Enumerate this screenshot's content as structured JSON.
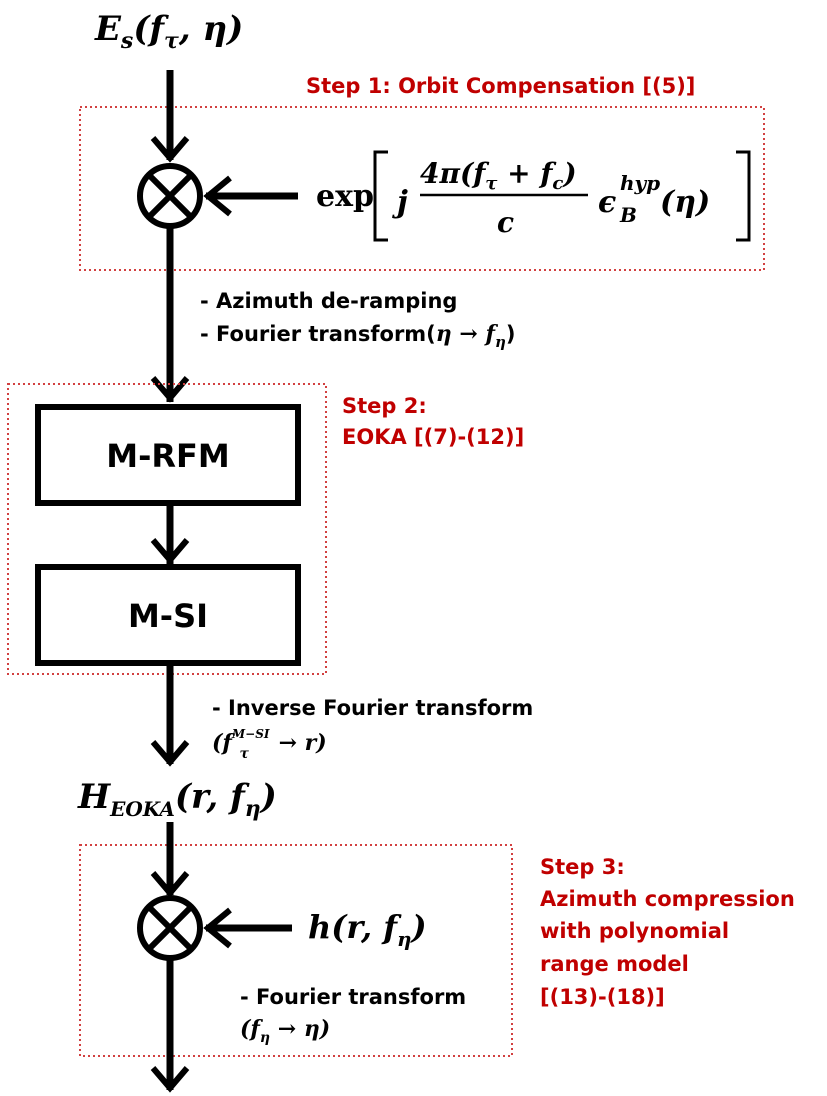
{
  "colors": {
    "step_text": "#c00000",
    "dotted_box": "#d24040",
    "line": "#000000"
  },
  "input_signal": {
    "symbol": "E",
    "subscript": "s",
    "args": "(f",
    "args_sub": "τ",
    "args_end": ", η)"
  },
  "step1": {
    "label": "Step 1: Orbit Compensation [(5)]",
    "exp_word": "exp",
    "numerator": "4π(f",
    "num_sub1": "τ",
    "num_plus": " + f",
    "num_sub2": "c",
    "num_close": ")",
    "denominator": "c",
    "j": "j",
    "epsilon": "ϵ",
    "eps_sup": "hyp",
    "eps_sub": "B",
    "eps_arg": "(η)"
  },
  "note1": {
    "line1": "- Azimuth de-ramping",
    "line2_text": "- Fourier transform(",
    "line2_math": "η → f",
    "line2_sub": "η",
    "line2_close": ")"
  },
  "step2": {
    "label_line1": "Step 2:",
    "label_line2": "EOKA [(7)-(12)]",
    "block1": "M-RFM",
    "block2": "M-SI"
  },
  "note2": {
    "line1": "- Inverse Fourier transform",
    "math_open": "(f",
    "math_sup": "M−SI",
    "math_sub": "τ",
    "math_rest": " → r)"
  },
  "intermediate_signal": {
    "symbol": "H",
    "subscript": "EOKA",
    "args": "(r, f",
    "args_sub": "η",
    "args_close": ")"
  },
  "step3": {
    "label_lines": [
      "Step 3:",
      "Azimuth compression",
      "with polynomial",
      "range model",
      "[(13)-(18)]"
    ],
    "filter_symbol": "h(r, f",
    "filter_sub": "η",
    "filter_close": ")"
  },
  "note3": {
    "line1": "- Fourier transform",
    "math_open": "(f",
    "math_sub": "η",
    "math_rest": " → η)"
  }
}
